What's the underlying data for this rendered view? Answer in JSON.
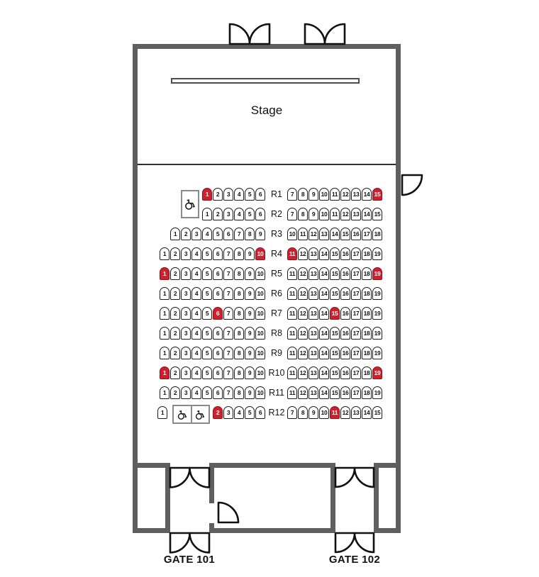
{
  "stage": {
    "label": "Stage"
  },
  "gates": [
    "GATE 101",
    "GATE 102"
  ],
  "colors": {
    "occupied_seat": "#d1202d",
    "available_seat": "#ffffff",
    "wall": "#5f5f5f"
  },
  "icons": {
    "wheelchair": "wheelchair-icon"
  },
  "seating": {
    "rows": [
      {
        "label": "R1",
        "left_from": 1,
        "left_to": 6,
        "right_from": 7,
        "right_to": 15,
        "occupied": [
          1,
          15
        ]
      },
      {
        "label": "R2",
        "left_from": 1,
        "left_to": 6,
        "right_from": 7,
        "right_to": 15,
        "occupied": []
      },
      {
        "label": "R3",
        "left_from": 1,
        "left_to": 9,
        "right_from": 10,
        "right_to": 18,
        "occupied": []
      },
      {
        "label": "R4",
        "left_from": 1,
        "left_to": 10,
        "right_from": 11,
        "right_to": 19,
        "occupied": [
          10,
          11
        ]
      },
      {
        "label": "R5",
        "left_from": 1,
        "left_to": 10,
        "right_from": 11,
        "right_to": 19,
        "occupied": [
          1,
          19
        ]
      },
      {
        "label": "R6",
        "left_from": 1,
        "left_to": 10,
        "right_from": 11,
        "right_to": 19,
        "occupied": []
      },
      {
        "label": "R7",
        "left_from": 1,
        "left_to": 10,
        "right_from": 11,
        "right_to": 19,
        "occupied": [
          6,
          15
        ]
      },
      {
        "label": "R8",
        "left_from": 1,
        "left_to": 10,
        "right_from": 11,
        "right_to": 19,
        "occupied": []
      },
      {
        "label": "R9",
        "left_from": 1,
        "left_to": 10,
        "right_from": 11,
        "right_to": 19,
        "occupied": []
      },
      {
        "label": "R10",
        "left_from": 1,
        "left_to": 10,
        "right_from": 11,
        "right_to": 19,
        "occupied": [
          1,
          19
        ]
      },
      {
        "label": "R11",
        "left_from": 1,
        "left_to": 10,
        "right_from": 11,
        "right_to": 19,
        "occupied": []
      },
      {
        "label": "R12",
        "left_from": 1,
        "left_to": 6,
        "right_from": 7,
        "right_to": 15,
        "occupied": [
          2,
          11
        ],
        "wheelchair_after": 1
      }
    ]
  }
}
